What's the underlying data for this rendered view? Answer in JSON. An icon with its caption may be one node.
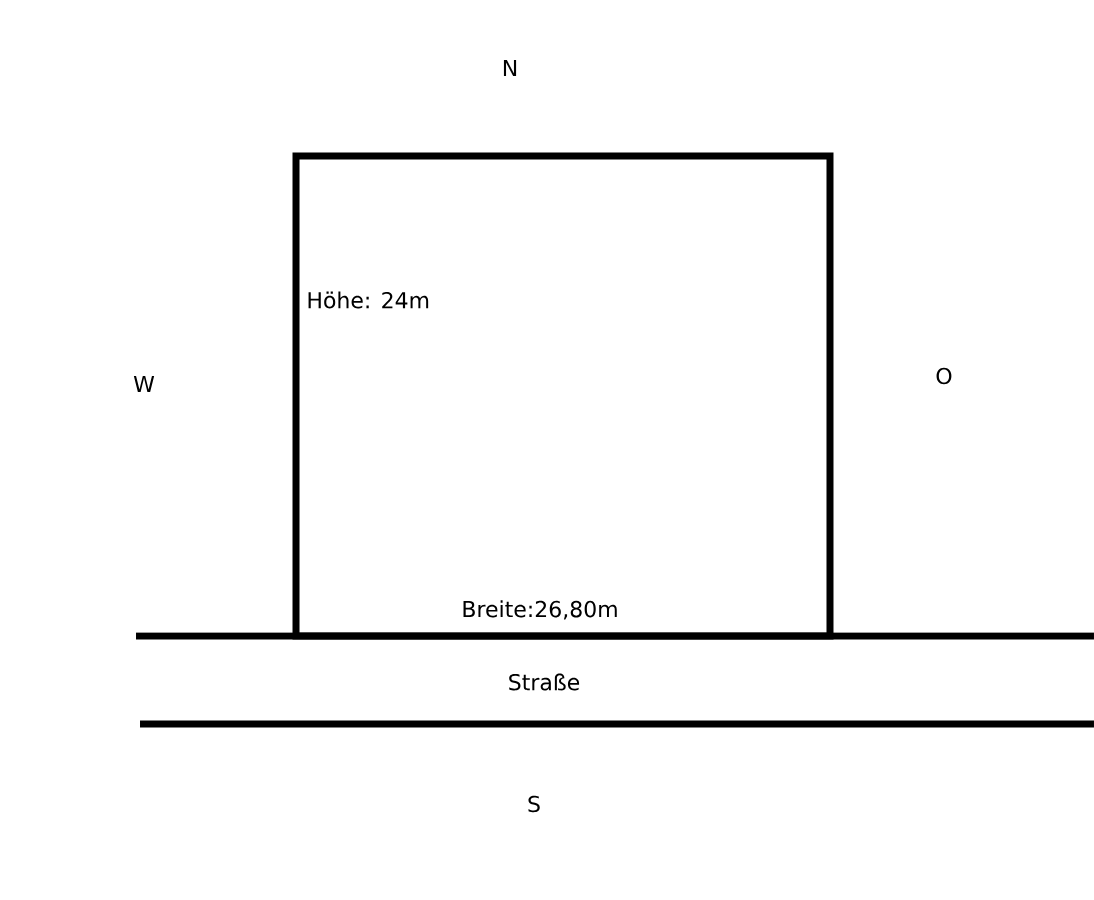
{
  "diagram": {
    "nodes": [
      {
        "text": [
          "Höhe: 24m",
          "Breite:26,80m"
        ]
      }
    ],
    "labels": [
      "N",
      "W",
      "O",
      "Straße",
      "S"
    ]
  }
}
